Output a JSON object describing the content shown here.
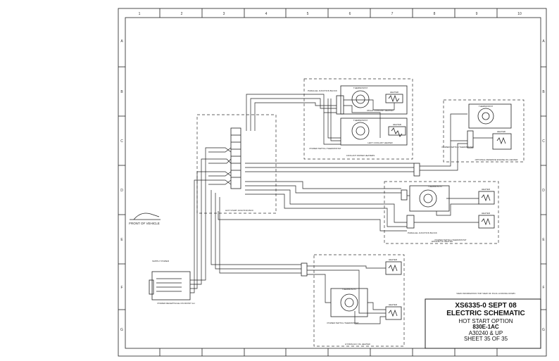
{
  "border": {
    "columns": [
      "1",
      "2",
      "3",
      "4",
      "5",
      "6",
      "7",
      "8",
      "9",
      "10"
    ],
    "rows": [
      "A",
      "B",
      "C",
      "D",
      "E",
      "F",
      "G"
    ]
  },
  "labels": {
    "front_of_vehicle": "FRONT OF VEHICLE",
    "junction_box": "HOT START JUNCTION BOX",
    "coolant_heaters": "COOLANT WATER HEATERS",
    "right_coolant": "RIGHT COOLANT HEATER",
    "left_coolant": "LEFT COOLANT HEATER",
    "reserve_engine_oil": "OPTIONAL RESERVE ENGINE OIL HEATER",
    "engine_oil_heater": "ENGINE OIL HEATER",
    "hydraulic_oil_heater": "HYDRAULIC OIL HEATER",
    "supply_power": "SUPPLY POWER",
    "power_receptacle": "POWER RECEPTACLE ON FRONT LH",
    "thermostat": "THERMOSTAT",
    "parallel_junction": "PARALLEL JUNCTION BLOCK",
    "power_switch": "POWER SWITCH THERMOSTAT",
    "view_note": "VIEW INFORMATION TOP VIEW OF PLUG LOOKING DOWN",
    "heater": "HEATER"
  },
  "title_block": {
    "line1": "XS6335-0 SEPT 08",
    "line2": "ELECTRIC SCHEMATIC",
    "line3": "HOT START OPTION",
    "line4": "830E-1AC",
    "line5": "A30240 & UP",
    "line6": "SHEET 35 OF 35"
  }
}
